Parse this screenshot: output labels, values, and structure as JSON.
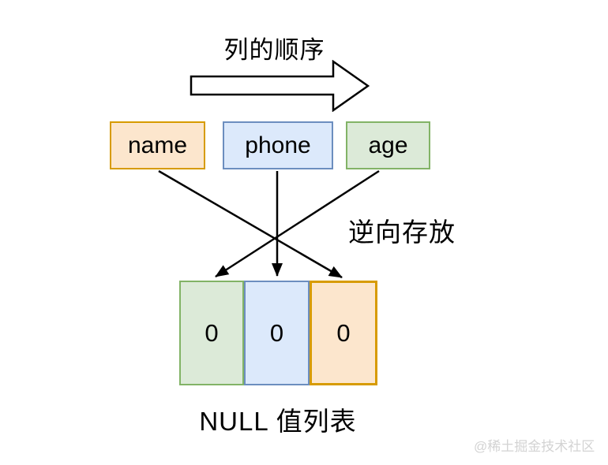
{
  "header": {
    "order_label": "列的顺序"
  },
  "columns": [
    {
      "label": "name",
      "fill": "#fce6cd",
      "border": "#d79b00"
    },
    {
      "label": "phone",
      "fill": "#dcE9fb",
      "border": "#6c8ebf"
    },
    {
      "label": "age",
      "fill": "#dcead8",
      "border": "#82b366"
    }
  ],
  "reverse_label": "逆向存放",
  "arrows": [
    {
      "from": "name",
      "to": "slot-3"
    },
    {
      "from": "phone",
      "to": "slot-2"
    },
    {
      "from": "age",
      "to": "slot-1"
    }
  ],
  "null_bitmap": {
    "cells": [
      {
        "value": "0",
        "fill": "#dcead8",
        "border": "#82b366"
      },
      {
        "value": "0",
        "fill": "#dce9fb",
        "border": "#6c8ebf"
      },
      {
        "value": "0",
        "fill": "#fce6cd",
        "border": "#d79b00"
      }
    ],
    "caption": "NULL 值列表"
  },
  "watermark": "@稀土掘金技术社区",
  "colors": {
    "line": "#000000",
    "background": "#ffffff"
  }
}
